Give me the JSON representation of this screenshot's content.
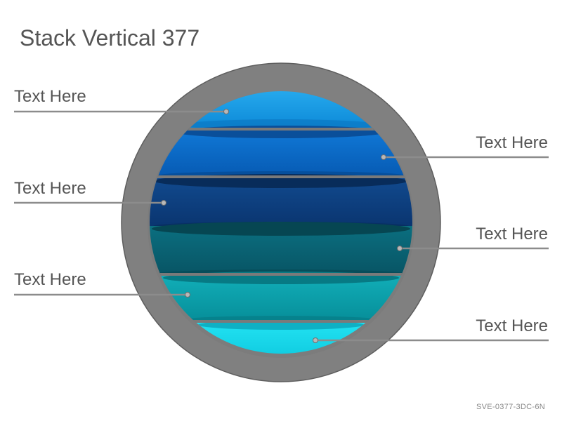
{
  "title": "Stack Vertical 377",
  "labels": {
    "l1": "Text Here",
    "r2": "Text Here",
    "l3": "Text Here",
    "r4": "Text Here",
    "l5": "Text Here",
    "r6": "Text Here"
  },
  "footer_code": "SVE-0377-3DC-6N",
  "colors": {
    "ring": "#808080",
    "connector": "#8a8a8a",
    "slice_1": "#1a9ce6",
    "slice_2": "#0a6bc8",
    "slice_3": "#0b3f7e",
    "slice_4": "#0a6272",
    "slice_5": "#0b9ea9",
    "slice_6": "#12d6e8"
  }
}
